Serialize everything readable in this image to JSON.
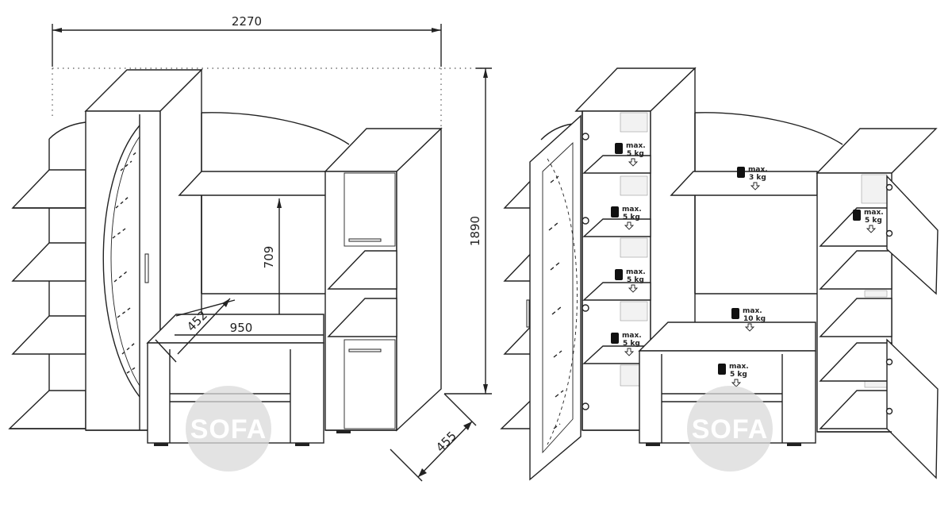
{
  "dimensions": {
    "total_width": "2270",
    "total_height": "1890",
    "depth": "455",
    "tv_niche_height": "709",
    "tv_base_width": "950",
    "tv_base_depth": "452"
  },
  "loads": [
    {
      "max": "max.",
      "kg": "5 kg"
    },
    {
      "max": "max.",
      "kg": "5 kg"
    },
    {
      "max": "max.",
      "kg": "5 kg"
    },
    {
      "max": "max.",
      "kg": "5 kg"
    },
    {
      "max": "max.",
      "kg": "3 kg"
    },
    {
      "max": "max.",
      "kg": "10 kg"
    },
    {
      "max": "max.",
      "kg": "5 kg"
    },
    {
      "max": "max.",
      "kg": "5 kg"
    }
  ],
  "watermark": {
    "text": "SOFA",
    "color": "#d9d9d9"
  }
}
